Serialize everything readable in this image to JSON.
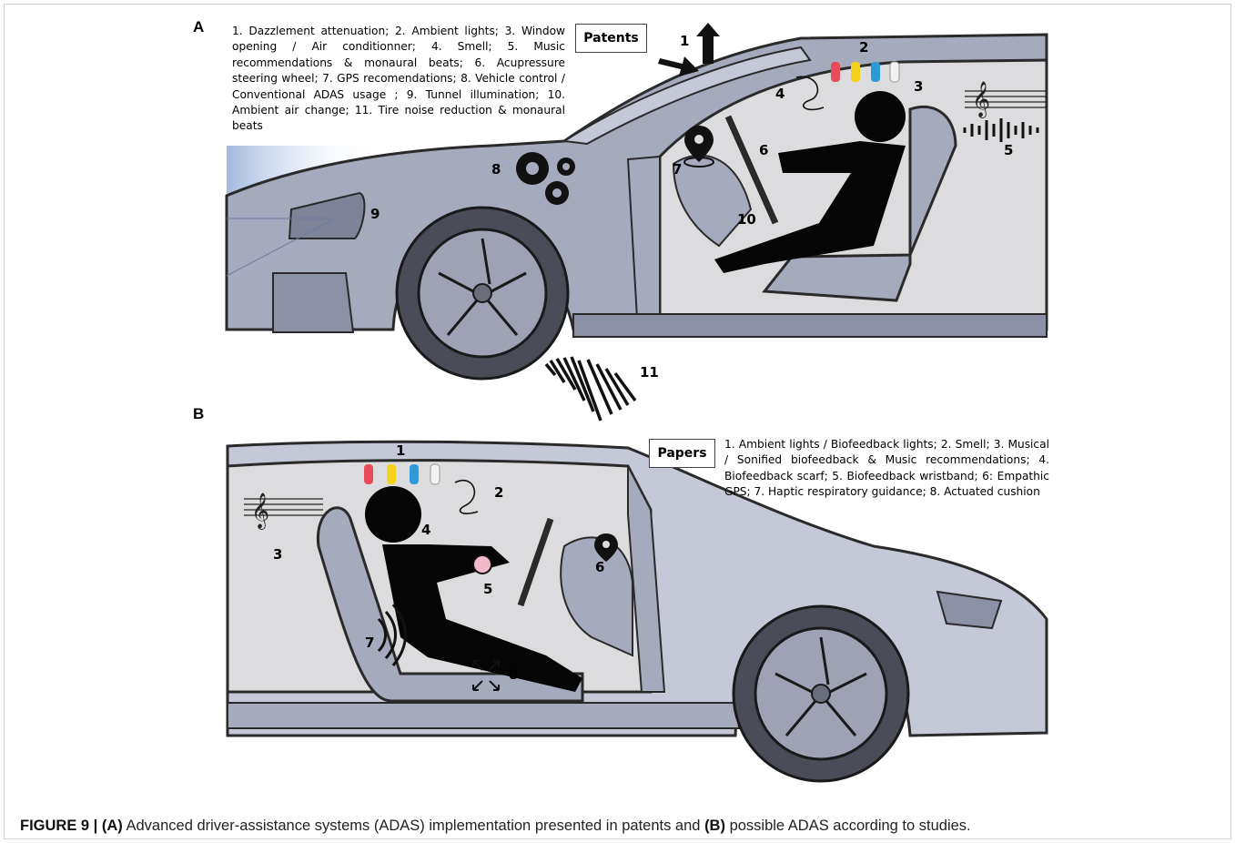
{
  "panelA": {
    "letter": "A",
    "tag": "Patents",
    "description": "1. Dazzlement attenuation; 2. Ambient lights; 3. Window opening / Air conditionner; 4. Smell; 5. Music recommendations & monaural beats; 6. Acupressure steering wheel; 7. GPS recomendations; 8. Vehicle control / Conventional ADAS usage ; 9. Tunnel illumination; 10. Ambient air change; 11. Tire noise reduction & monaural beats",
    "numbers": [
      "1",
      "2",
      "3",
      "4",
      "5",
      "6",
      "7",
      "8",
      "9",
      "10",
      "11"
    ]
  },
  "panelB": {
    "letter": "B",
    "tag": "Papers",
    "description": "1. Ambient lights / Biofeedback lights; 2. Smell; 3. Musical / Sonified biofeedback & Music recommendations; 4. Biofeedback scarf; 5. Biofeedback wristband; 6: Empathic GPS; 7. Haptic respiratory guidance; 8. Actuated cushion",
    "numbers": [
      "1",
      "2",
      "3",
      "4",
      "5",
      "6",
      "7",
      "8"
    ]
  },
  "caption": {
    "figure": "FIGURE 9 |",
    "a": "(A)",
    "text1": "Advanced driver-assistance systems (ADAS) implementation presented in patents and",
    "b": "(B)",
    "text2": "possible ADAS according to studies."
  },
  "colors": {
    "body": "#a6aabd",
    "body_light": "#c5c8d6",
    "interior": "#dcdcde",
    "outline": "#2a2a2a",
    "led_red": "#e84b5a",
    "led_yellow": "#f5d21c",
    "led_blue": "#2f9ad8",
    "led_white": "#f2f2f2",
    "headlight_glow": "#9fb6de"
  }
}
